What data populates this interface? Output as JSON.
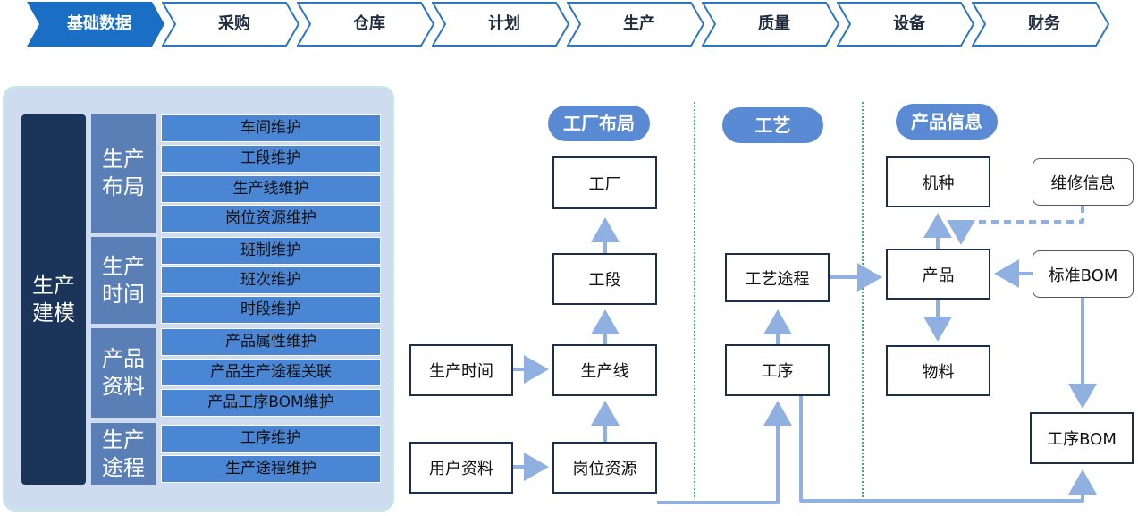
{
  "nav": {
    "steps": [
      "基础数据",
      "采购",
      "仓库",
      "计划",
      "生产",
      "质量",
      "设备",
      "财务"
    ],
    "active_color": "#1a6fc4",
    "border_color": "#2b76c6"
  },
  "left_panel": {
    "category": "生产建模",
    "groups": [
      {
        "label": "生产布局",
        "items": [
          "车间维护",
          "工段维护",
          "生产线维护",
          "岗位资源维护"
        ]
      },
      {
        "label": "生产时间",
        "items": [
          "班制维护",
          "班次维护",
          "时段维护"
        ]
      },
      {
        "label": "产品资料",
        "items": [
          "产品属性维护",
          "产品生产途程关联",
          "产品工序BOM维护"
        ]
      },
      {
        "label": "生产途程",
        "items": [
          "工序维护",
          "生产途程维护"
        ]
      }
    ]
  },
  "diagram": {
    "sections": {
      "factory_layout": "工厂布局",
      "process": "工艺",
      "product_info": "产品信息"
    },
    "nodes": {
      "factory": "工厂",
      "workshop_section": "工段",
      "production_line": "生产线",
      "station_resource": "岗位资源",
      "production_time": "生产时间",
      "user_profile": "用户资料",
      "process_route": "工艺途程",
      "operation": "工序",
      "machine_type": "机种",
      "product": "产品",
      "material": "物料",
      "repair_info": "维修信息",
      "standard_bom": "标准BOM",
      "operation_bom": "工序BOM"
    },
    "colors": {
      "arrow": "#8fb0e1",
      "pill": "#5a8ad3",
      "divider": "#3bb06f"
    }
  }
}
